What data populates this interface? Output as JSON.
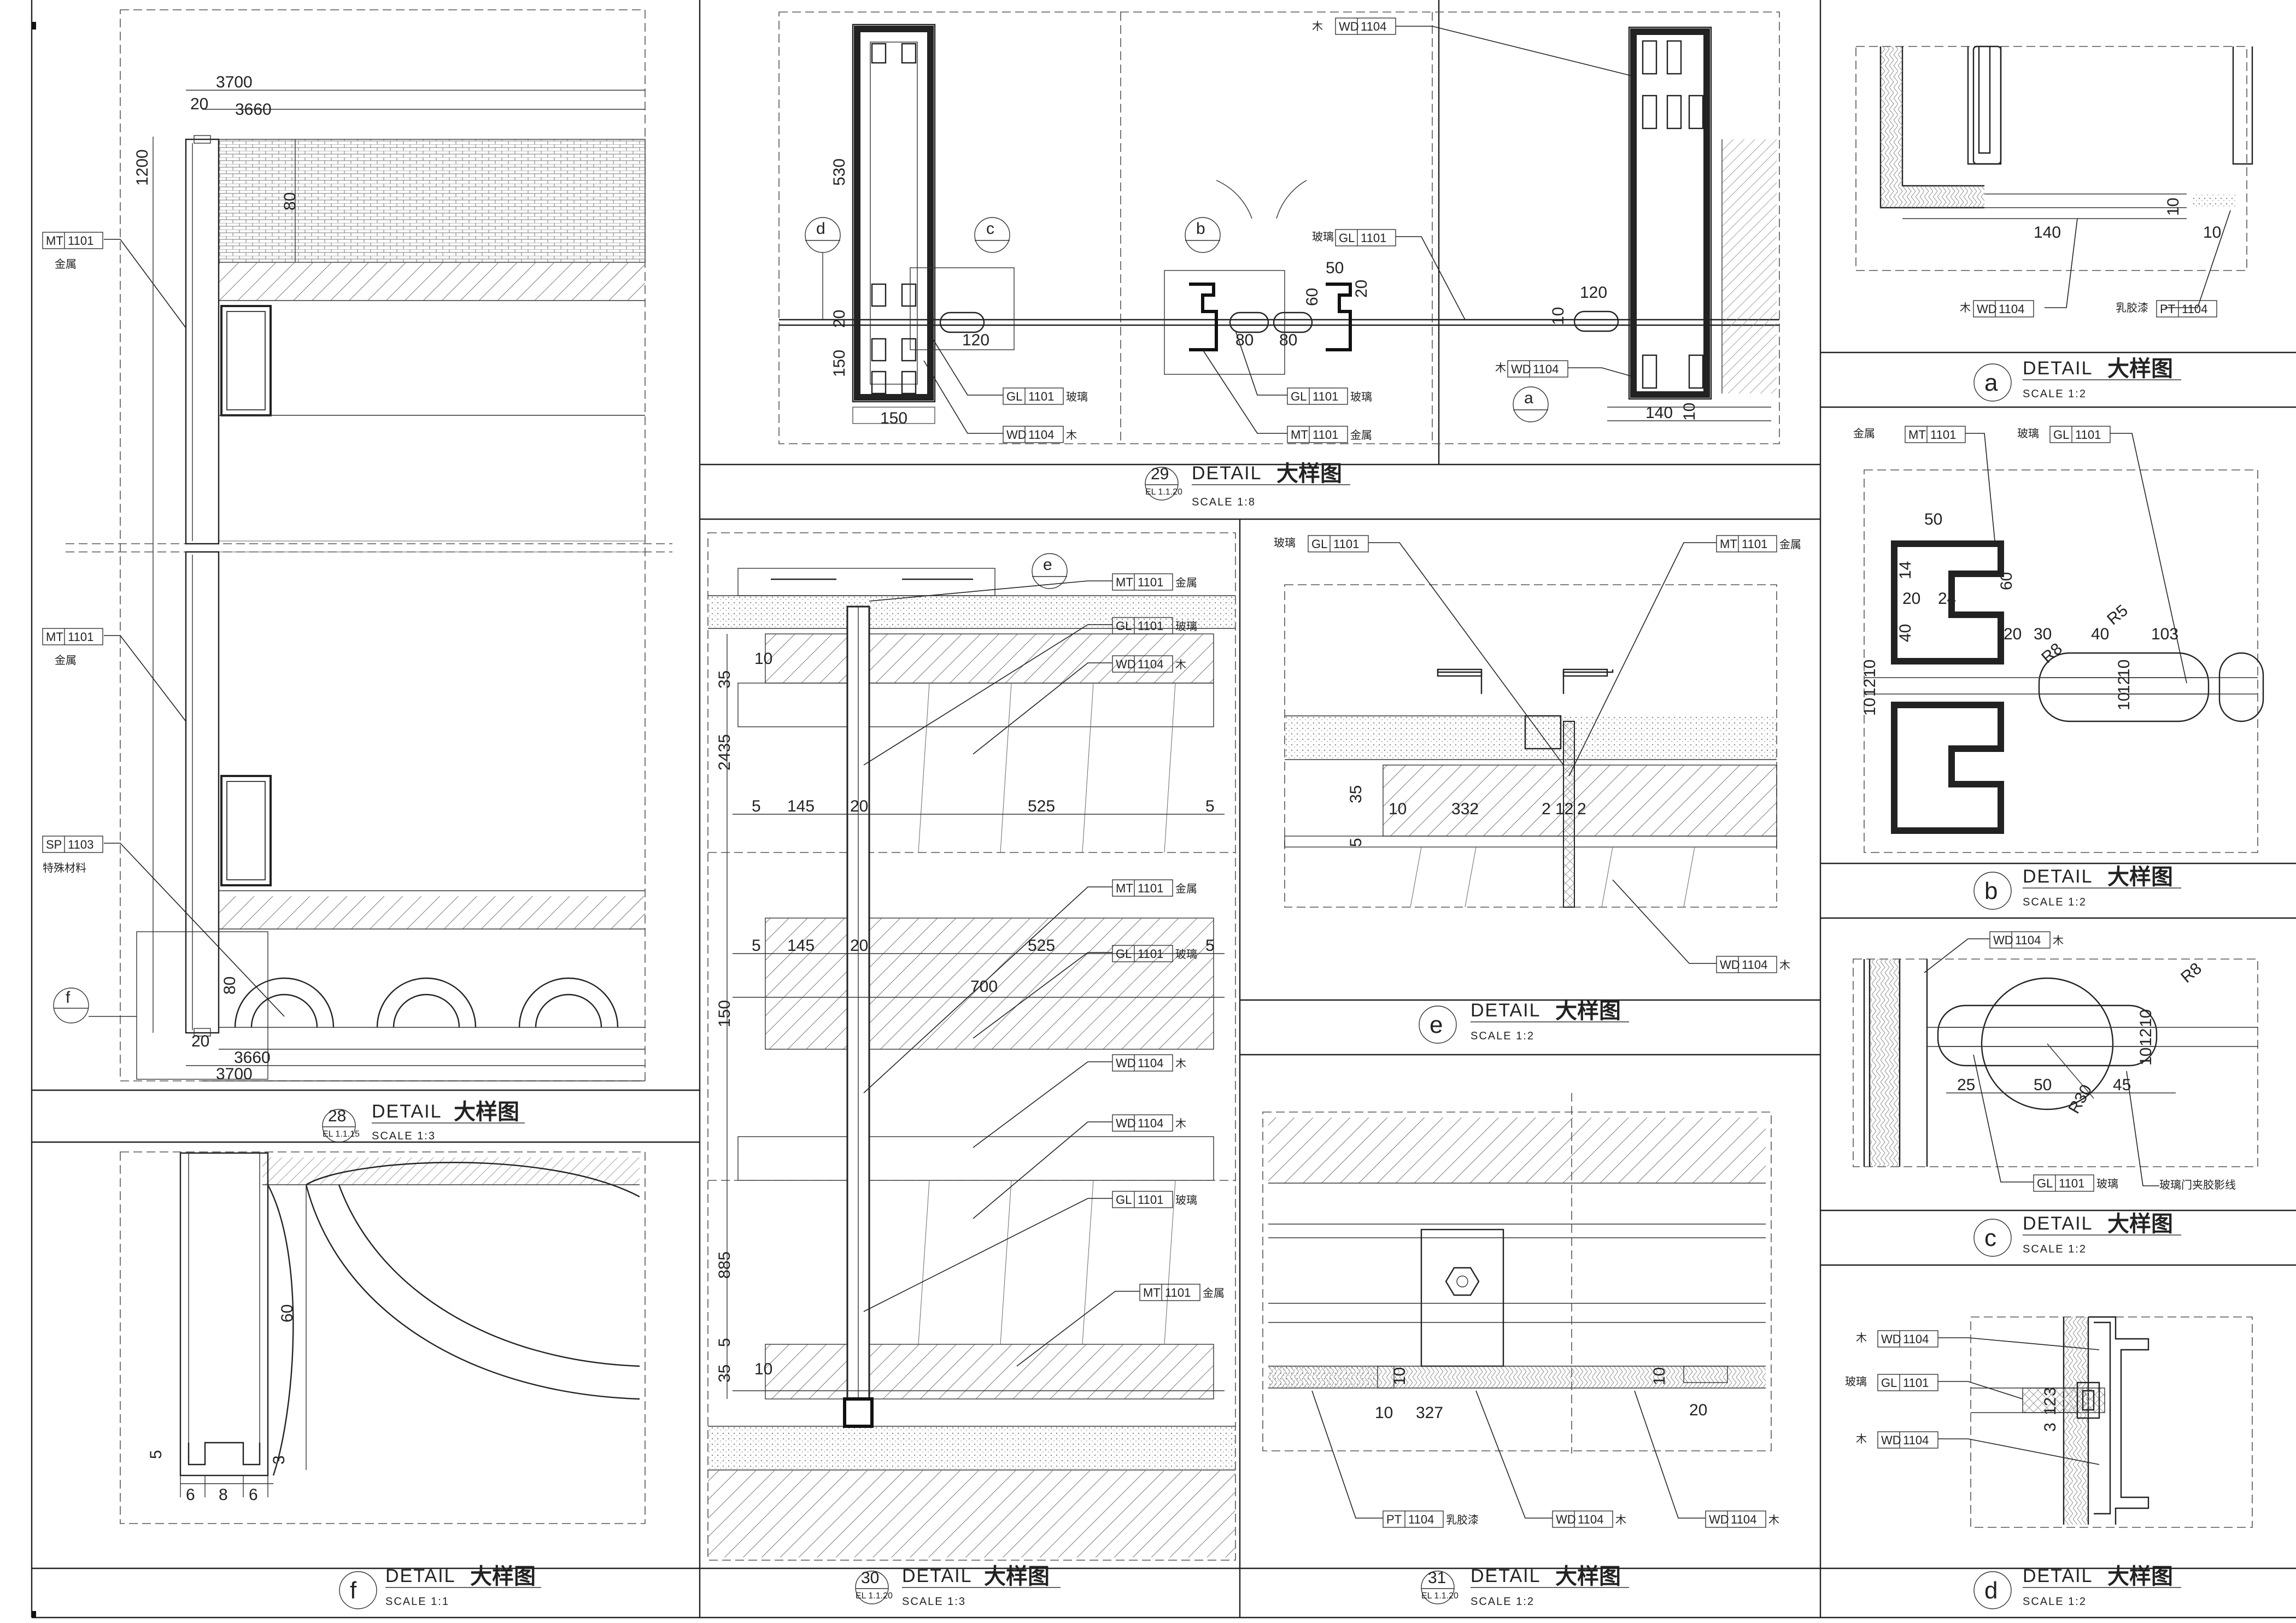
{
  "sheet": {
    "detail_word": "DETAIL",
    "detail_cn": "大样图"
  },
  "panels": {
    "p28": {
      "mark": "28",
      "ref": "EL 1.1.15",
      "scale": "SCALE  1:3"
    },
    "p29": {
      "mark": "29",
      "ref": "EL 1.1.20",
      "scale": "SCALE  1:8"
    },
    "p30": {
      "mark": "30",
      "ref": "EL 1.1.20",
      "scale": "SCALE  1:3"
    },
    "p31": {
      "mark": "31",
      "ref": "EL 1.1.20",
      "scale": "SCALE  1:2"
    },
    "pf": {
      "mark": "f",
      "scale": "SCALE  1:1"
    },
    "pa": {
      "mark": "a",
      "scale": "SCALE  1:2"
    },
    "pb": {
      "mark": "b",
      "scale": "SCALE  1:2"
    },
    "pc": {
      "mark": "c",
      "scale": "SCALE  1:2"
    },
    "pd": {
      "mark": "d",
      "scale": "SCALE  1:2"
    },
    "pe": {
      "mark": "e",
      "scale": "SCALE  1:2"
    }
  },
  "tags": {
    "mt": {
      "code": "MT",
      "num": "1101",
      "label": "金属"
    },
    "gl": {
      "code": "GL",
      "num": "1101",
      "label": "玻璃"
    },
    "wd": {
      "code": "WD",
      "num": "1104",
      "label": "木"
    },
    "pt": {
      "code": "PT",
      "num": "1104",
      "label": "乳胶漆"
    },
    "sp": {
      "code": "SP",
      "num": "1103",
      "label": "特殊材料"
    },
    "glass_clamp_note": "玻璃门夹胶影线"
  },
  "section_marks": [
    "a",
    "b",
    "c",
    "d",
    "e",
    "f"
  ],
  "dims": {
    "p28": [
      "3700",
      "20",
      "3660",
      "1200",
      "80",
      "80",
      "20",
      "3660",
      "3700"
    ],
    "p29": [
      "530",
      "20",
      "150",
      "150",
      "120",
      "80",
      "80",
      "50",
      "60",
      "20",
      "10",
      "120",
      "140",
      "10"
    ],
    "p30": [
      "35",
      "10",
      "2435",
      "5",
      "145",
      "20",
      "525",
      "5",
      "5",
      "145",
      "20",
      "525",
      "700",
      "5",
      "150",
      "885",
      "5",
      "35",
      "10"
    ],
    "pf": [
      "60",
      "5",
      "6",
      "8",
      "6",
      "3"
    ],
    "pa": [
      "10",
      "10",
      "140"
    ],
    "pb": [
      "50",
      "14",
      "60",
      "20",
      "24",
      "40",
      "20",
      "30",
      "40",
      "103",
      "R8",
      "R5",
      "10",
      "12",
      "10",
      "10",
      "12",
      "10"
    ],
    "pc": [
      "R8",
      "10",
      "12",
      "10",
      "25",
      "50",
      "45",
      "R30"
    ],
    "pd": [
      "3",
      "12",
      "3"
    ],
    "pe": [
      "35",
      "10",
      "332",
      "2",
      "12",
      "2",
      "5"
    ],
    "p31": [
      "10",
      "327",
      "10",
      "20"
    ]
  }
}
